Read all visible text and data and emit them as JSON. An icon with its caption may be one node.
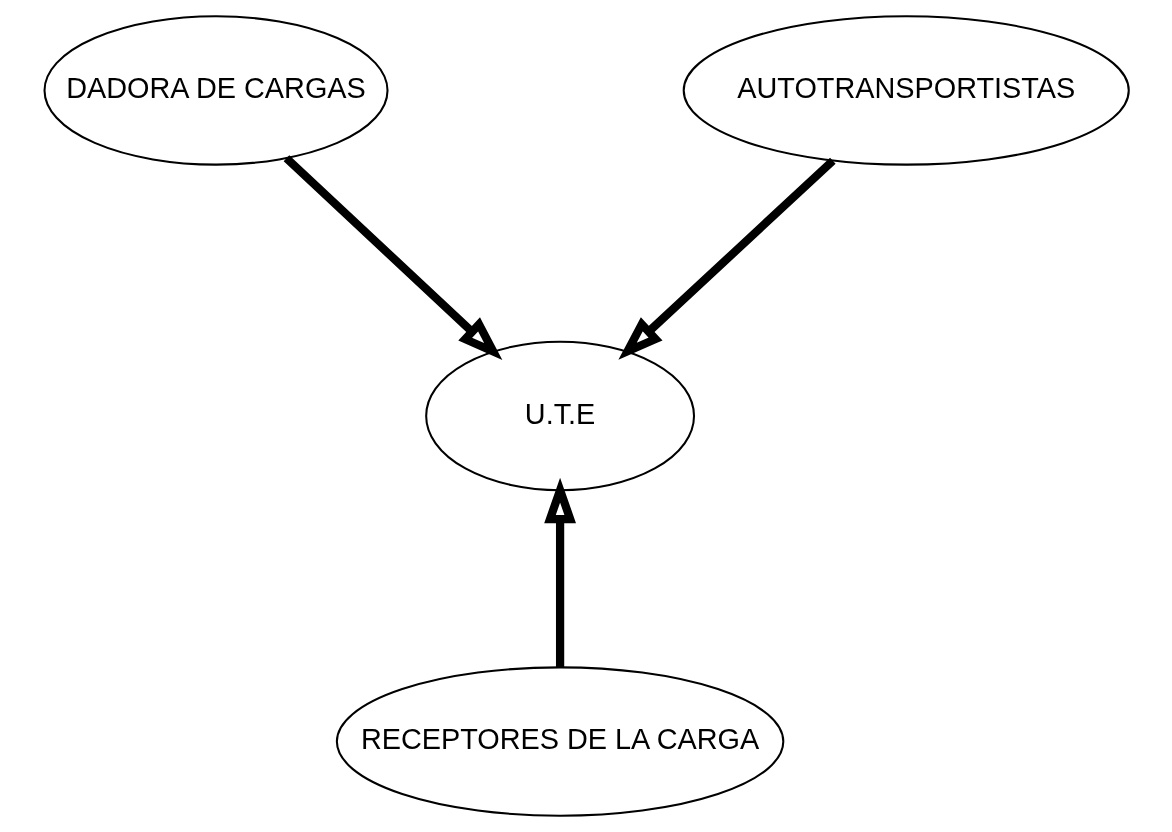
{
  "diagram": {
    "nodes": [
      {
        "text": [
          "DADORA DE CARGAS"
        ]
      },
      {
        "text": [
          "AUTOTRANSPORTISTAS"
        ]
      },
      {
        "text": [
          "U.T.E"
        ]
      },
      {
        "text": [
          "RECEPTORES DE LA CARGA"
        ]
      }
    ],
    "edges": [
      {
        "from": 0,
        "to": 2,
        "arrow": "to"
      },
      {
        "from": 1,
        "to": 2,
        "arrow": "to"
      },
      {
        "from": 3,
        "to": 2,
        "arrow": "to"
      }
    ]
  }
}
